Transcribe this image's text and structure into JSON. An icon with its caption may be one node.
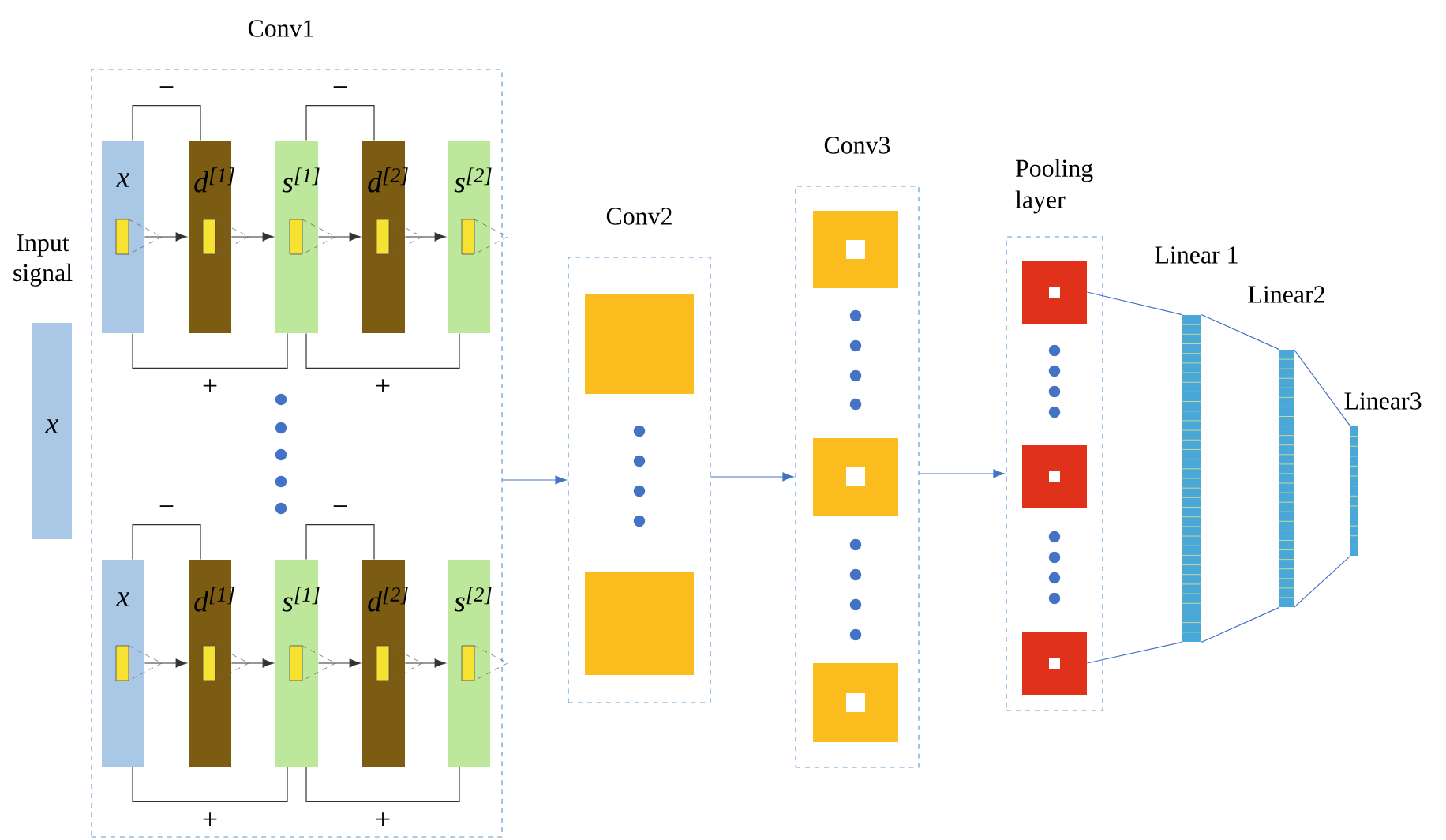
{
  "diagram": {
    "nodes": [
      {
        "text": [
          "Input signal",
          "x"
        ]
      },
      {
        "text": [
          "Conv1"
        ]
      },
      {
        "text": [
          "x"
        ],
        "in": 1
      },
      {
        "text": [
          "d$^{[1]}$"
        ],
        "in": 1
      },
      {
        "text": [
          "s$^{[1]}$"
        ],
        "in": 1
      },
      {
        "text": [
          "d$^{[2]}$"
        ],
        "in": 1
      },
      {
        "text": [
          "s$^{[2]}$"
        ],
        "in": 1
      },
      {
        "text": [
          "x"
        ],
        "in": 1
      },
      {
        "text": [
          "d$^{[1]}$"
        ],
        "in": 1
      },
      {
        "text": [
          "s$^{[1]}$"
        ],
        "in": 1
      },
      {
        "text": [
          "d$^{[2]}$"
        ],
        "in": 1
      },
      {
        "text": [
          "s$^{[2]}$"
        ],
        "in": 1
      },
      {
        "text": [
          "Conv2"
        ]
      },
      {
        "text": [],
        "shape": "box",
        "in": 12
      },
      {
        "text": [],
        "shape": "box",
        "in": 12
      },
      {
        "text": [
          "Conv3"
        ]
      },
      {
        "text": [],
        "shape": "box",
        "in": 15
      },
      {
        "text": [],
        "shape": "box",
        "in": 15
      },
      {
        "text": [],
        "shape": "box",
        "in": 15
      },
      {
        "text": [
          "Pooling layer"
        ]
      },
      {
        "text": [],
        "shape": "box",
        "in": 19
      },
      {
        "text": [],
        "shape": "box",
        "in": 19
      },
      {
        "text": [],
        "shape": "box",
        "in": 19
      },
      {
        "text": [
          "Linear 1"
        ]
      },
      {
        "text": [
          "Linear2"
        ]
      },
      {
        "text": [
          "Linear3"
        ]
      }
    ],
    "edges": [
      {
        "from": 1,
        "to": 12,
        "arrow": "to",
        "color": "#4472c4"
      },
      {
        "from": 12,
        "to": 15,
        "arrow": "to",
        "color": "#4472c4"
      },
      {
        "from": 15,
        "to": 19,
        "arrow": "to",
        "color": "#4472c4"
      },
      {
        "from": 2,
        "to": 3,
        "arrow": "to"
      },
      {
        "from": 3,
        "to": 4,
        "arrow": "to"
      },
      {
        "from": 4,
        "to": 5,
        "arrow": "to"
      },
      {
        "from": 5,
        "to": 6,
        "arrow": "to"
      },
      {
        "from": 2,
        "to": 3,
        "arrow": "none",
        "label": "−"
      },
      {
        "from": 2,
        "to": 4,
        "arrow": "none",
        "label": "+"
      },
      {
        "from": 4,
        "to": 5,
        "arrow": "none",
        "label": "−"
      },
      {
        "from": 4,
        "to": 6,
        "arrow": "none",
        "label": "+"
      },
      {
        "from": 7,
        "to": 8,
        "arrow": "to"
      },
      {
        "from": 8,
        "to": 9,
        "arrow": "to"
      },
      {
        "from": 9,
        "to": 10,
        "arrow": "to"
      },
      {
        "from": 10,
        "to": 11,
        "arrow": "to"
      },
      {
        "from": 7,
        "to": 8,
        "arrow": "none",
        "label": "−"
      },
      {
        "from": 7,
        "to": 9,
        "arrow": "none",
        "label": "+"
      },
      {
        "from": 9,
        "to": 10,
        "arrow": "none",
        "label": "−"
      },
      {
        "from": 9,
        "to": 11,
        "arrow": "none",
        "label": "+"
      },
      {
        "from": 20,
        "to": 23,
        "arrow": "none",
        "color": "#4472c4"
      },
      {
        "from": 23,
        "to": 24,
        "arrow": "none",
        "color": "#4472c4"
      },
      {
        "from": 24,
        "to": 25,
        "arrow": "none",
        "color": "#4472c4"
      },
      {
        "from": 22,
        "to": 23,
        "arrow": "none",
        "color": "#4472c4"
      },
      {
        "from": 23,
        "to": 24,
        "arrow": "none",
        "color": "#4472c4"
      },
      {
        "from": 24,
        "to": 25,
        "arrow": "none",
        "color": "#4472c4"
      }
    ]
  }
}
